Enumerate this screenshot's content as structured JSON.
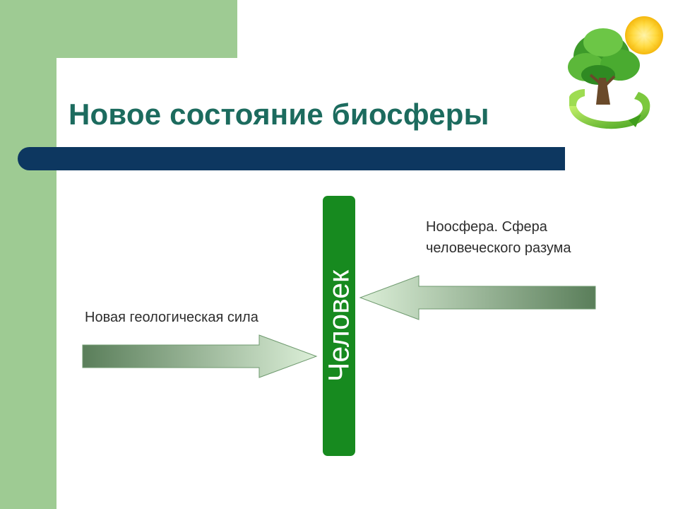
{
  "slide": {
    "title": "Новое состояние биосферы",
    "vertical_label": "Человек",
    "left_label": "Новая геологическая сила",
    "right_label": "Ноосфера. Сфера человеческого разума"
  },
  "icons": {
    "logo": "tree-sun-recycle-icon",
    "left_arrow": "arrow-right-icon",
    "right_arrow": "arrow-left-icon"
  },
  "colors": {
    "side_band": "#9ecb93",
    "title_text": "#1c6b5e",
    "title_bar": "#0d3760",
    "vertical_bar": "#178a1f",
    "arrow_dark": "#5a7e5a",
    "arrow_light": "#dcefd8"
  }
}
